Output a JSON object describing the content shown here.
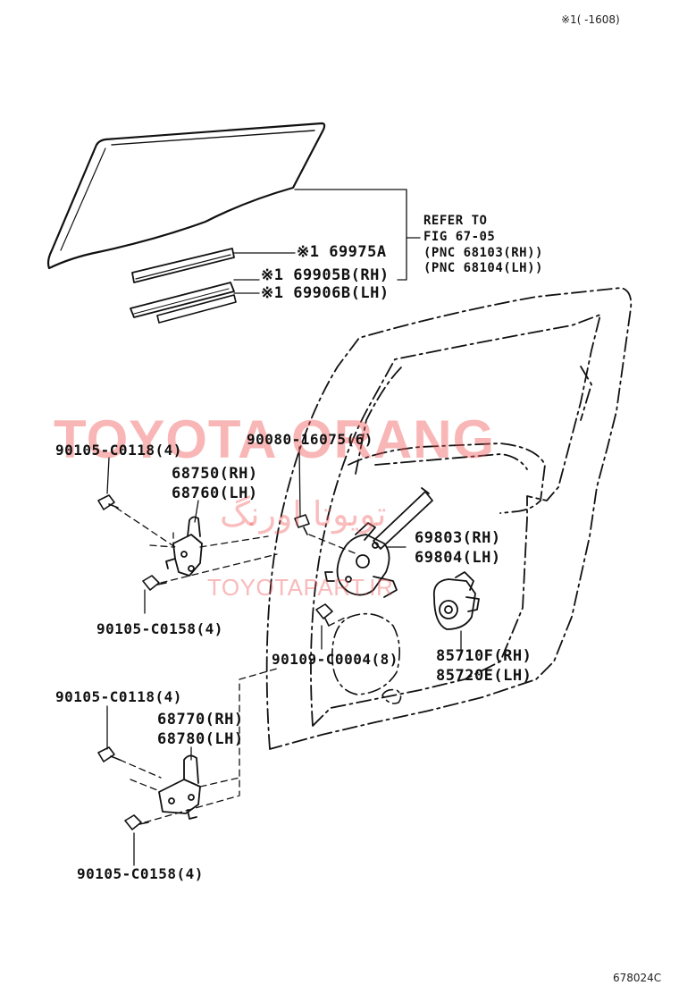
{
  "header": {
    "note": "※1(  -1608)"
  },
  "watermark": {
    "brand": "TOYOTA ORANG",
    "persian": "تویوتا اورنگ",
    "url": "TOYOTAPART.IR",
    "color": "#ee5252"
  },
  "refer": {
    "line1": "REFER TO",
    "line2": "FIG 67-05",
    "line3": "(PNC 68103(RH))",
    "line4": "(PNC 68104(LH))"
  },
  "parts": {
    "p69975a": "※1 69975A",
    "p69905b": "※1 69905B(RH)",
    "p69906b": "※1 69906B(LH)",
    "p90105_c0118_upper": "90105-C0118(4)",
    "p68750": "68750(RH)",
    "p68760": "68760(LH)",
    "p90080": "90080-16075(6)",
    "p69803": "69803(RH)",
    "p69804": "69804(LH)",
    "p90105_c0158_upper": "90105-C0158(4)",
    "p90109": "90109-C0004(8)",
    "p85710f": "85710F(RH)",
    "p85720e": "85720E(LH)",
    "p90105_c0118_lower": "90105-C0118(4)",
    "p68770": "68770(RH)",
    "p68780": "68780(LH)",
    "p90105_c0158_lower": "90105-C0158(4)"
  },
  "footer": {
    "code": "678024C"
  }
}
